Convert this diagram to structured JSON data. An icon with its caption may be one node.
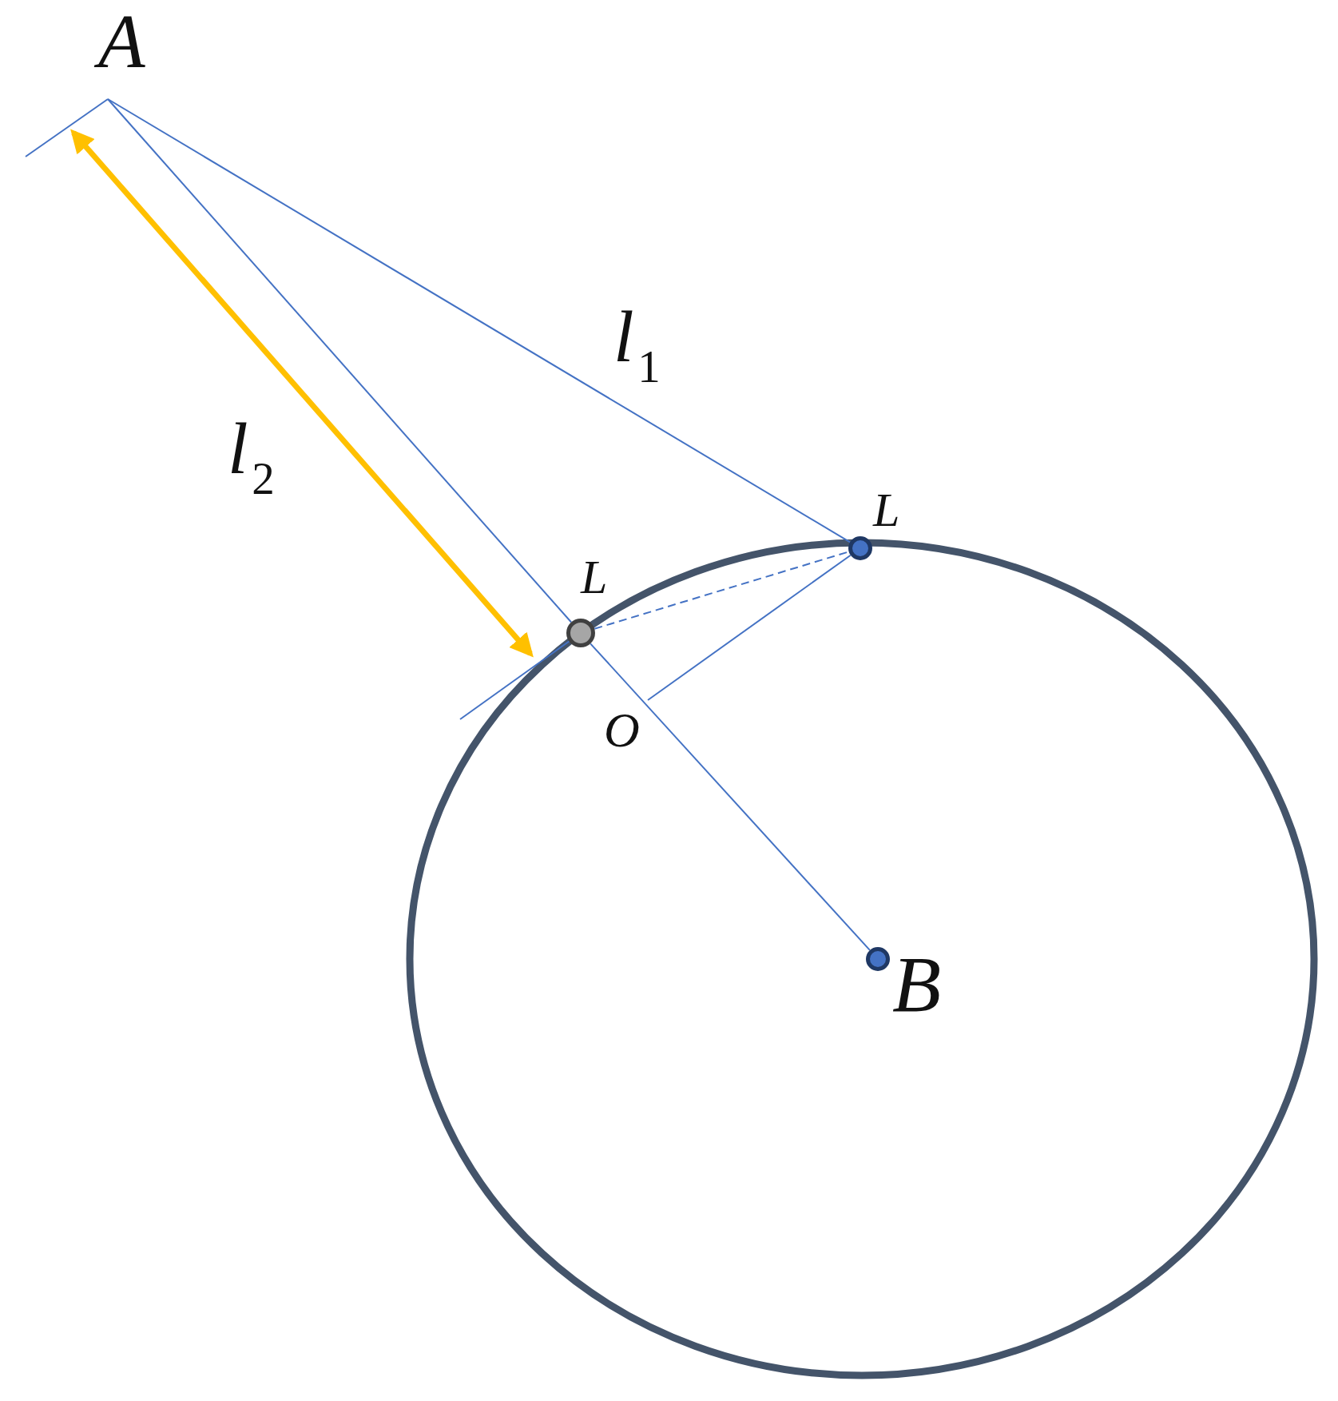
{
  "diagram": {
    "nodes": [
      {
        "text": [
          "A"
        ]
      },
      {
        "text": [
          "L"
        ]
      },
      {
        "text": [
          "L"
        ]
      },
      {
        "text": [
          "O"
        ]
      },
      {
        "text": [
          "B"
        ]
      }
    ],
    "edges": [
      {
        "from": 0,
        "to": 1,
        "arrow": "none",
        "label": "l$_{1}$"
      },
      {
        "from": 0,
        "to": 2,
        "arrow": "none"
      },
      {
        "from": 2,
        "to": 4,
        "arrow": "none"
      },
      {
        "from": 2,
        "to": 1,
        "arrow": "none",
        "style": "dashed"
      },
      {
        "from": 1,
        "to": 3,
        "arrow": "none"
      }
    ],
    "labels": [
      "l$_{2}$"
    ]
  }
}
